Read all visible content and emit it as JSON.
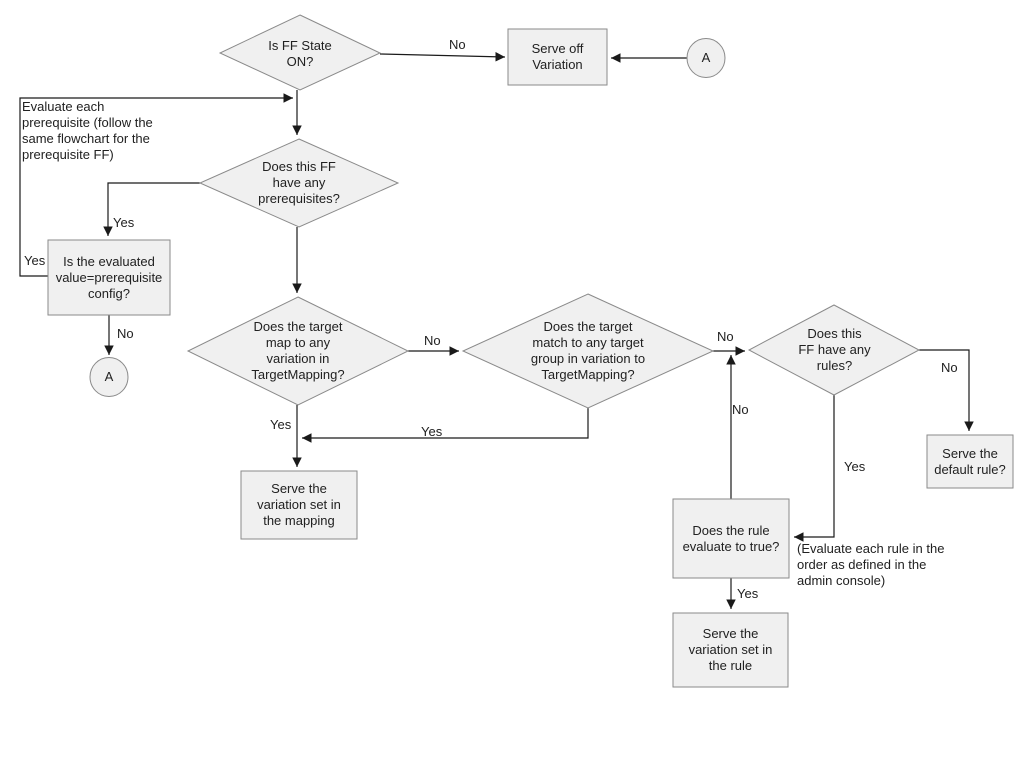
{
  "nodes": {
    "ff_state": {
      "label": "Is FF State\nON?"
    },
    "serve_off_variation": {
      "label": "Serve off\nVariation"
    },
    "connector_a_top": {
      "label": "A"
    },
    "prereq_note": {
      "label": "Evaluate each\nprerequisite (follow the\nsame flowchart for the\nprerequisite FF)"
    },
    "has_prerequisites": {
      "label": "Does this FF\nhave any\nprerequisites?"
    },
    "prereq_config": {
      "label": "Is the evaluated\nvalue=prerequisite\nconfig?"
    },
    "connector_a_left": {
      "label": "A"
    },
    "target_mapping": {
      "label": "Does the target\nmap to any\nvariation in\nTargetMapping?"
    },
    "target_group": {
      "label": "Does the target\nmatch to any target\ngroup in variation to\nTargetMapping?"
    },
    "has_rules": {
      "label": "Does this\nFF have any\nrules?"
    },
    "serve_mapping": {
      "label": "Serve the\nvariation set in\nthe mapping"
    },
    "serve_default": {
      "label": "Serve the\ndefault rule?"
    },
    "rule_evaluates": {
      "label": "Does the rule\nevaluate to true?"
    },
    "rule_note": {
      "label": "(Evaluate each rule in the\norder as defined in the\nadmin console)"
    },
    "serve_rule": {
      "label": "Serve the\nvariation set in\nthe rule"
    }
  },
  "edge_labels": {
    "ff_state_no": "No",
    "has_prereq_yes": "Yes",
    "prereq_config_yes": "Yes",
    "prereq_config_no": "No",
    "target_mapping_no": "No",
    "target_mapping_yes": "Yes",
    "target_group_no": "No",
    "target_group_yes": "Yes",
    "has_rules_no": "No",
    "has_rules_yes": "Yes",
    "rule_eval_no": "No",
    "rule_eval_yes": "Yes"
  },
  "colors": {
    "shape_fill": "#f0f0f0",
    "shape_stroke": "#8a8a8a",
    "connector": "#1a1a1a",
    "text": "#212121"
  }
}
